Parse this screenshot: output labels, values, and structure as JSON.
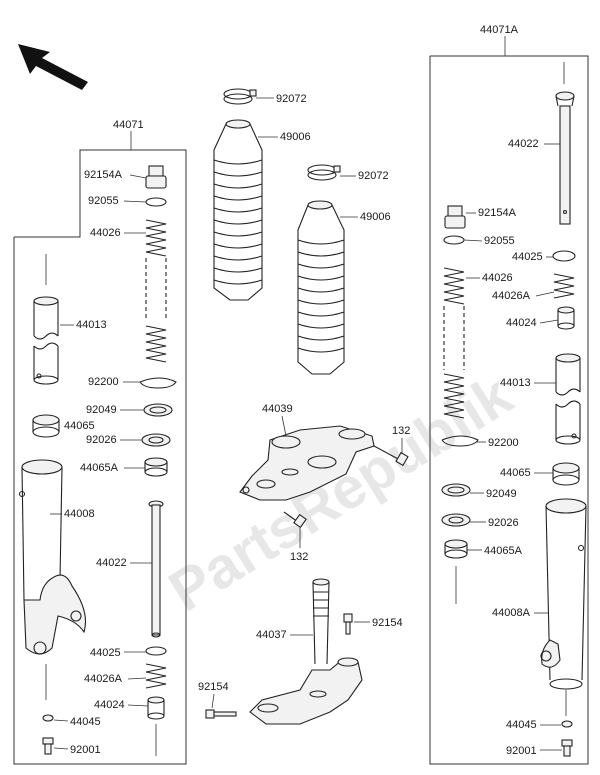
{
  "watermark": "PartsRepublik",
  "groups": {
    "left": "44071",
    "right": "44071A"
  },
  "labels": {
    "l_92154A": "92154A",
    "l_92055": "92055",
    "l_44026": "44026",
    "l_44013": "44013",
    "l_92200": "92200",
    "l_92049": "92049",
    "l_44065": "44065",
    "l_92026": "92026",
    "l_44065A": "44065A",
    "l_44008": "44008",
    "l_44022": "44022",
    "l_44025": "44025",
    "l_44026A": "44026A",
    "l_44024": "44024",
    "l_44045": "44045",
    "l_92001": "92001",
    "c_92072a": "92072",
    "c_49006a": "49006",
    "c_92072b": "92072",
    "c_49006b": "49006",
    "c_44039": "44039",
    "c_132a": "132",
    "c_132b": "132",
    "c_44037": "44037",
    "c_92154": "92154",
    "c_92154b": "92154",
    "r_44022": "44022",
    "r_92154A": "92154A",
    "r_92055": "92055",
    "r_44025": "44025",
    "r_44026": "44026",
    "r_44026A": "44026A",
    "r_44024": "44024",
    "r_44013": "44013",
    "r_92200": "92200",
    "r_44065": "44065",
    "r_92049": "92049",
    "r_92026": "92026",
    "r_44065A": "44065A",
    "r_44008A": "44008A",
    "r_44045": "44045",
    "r_92001": "92001"
  },
  "icons": {
    "front": "arrow-icon"
  }
}
